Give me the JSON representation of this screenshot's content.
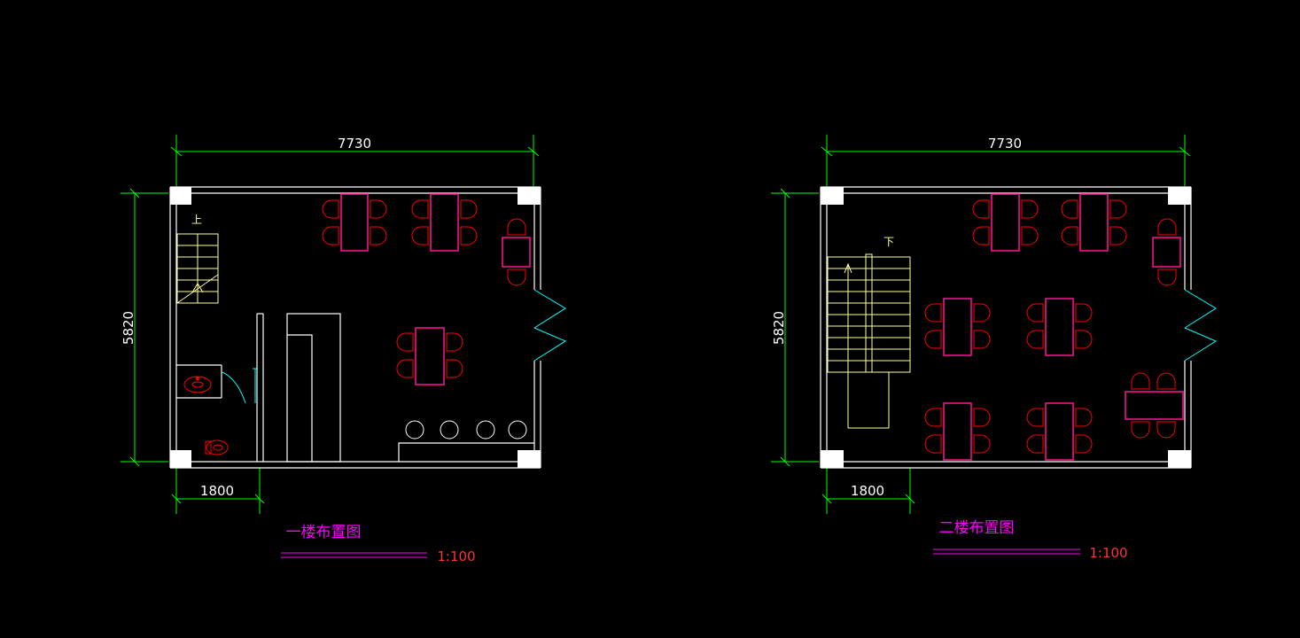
{
  "colors": {
    "background": "#000000",
    "wall": "#ffffff",
    "dimension": "#00ff00",
    "furniture_table": "#ff1493",
    "furniture_chair": "#ff0000",
    "door": "#00ffff",
    "stair": "#ffff99",
    "title": "#ff00ff",
    "scale": "#ff3333"
  },
  "floor1": {
    "width_dim": "7730",
    "height_dim": "5820",
    "bottom_dim": "1800",
    "stair_label": "上",
    "title": "一楼布置图",
    "scale": "1:100"
  },
  "floor2": {
    "width_dim": "7730",
    "height_dim": "5820",
    "bottom_dim": "1800",
    "stair_label": "下",
    "title": "二楼布置图",
    "scale": "1:100"
  }
}
